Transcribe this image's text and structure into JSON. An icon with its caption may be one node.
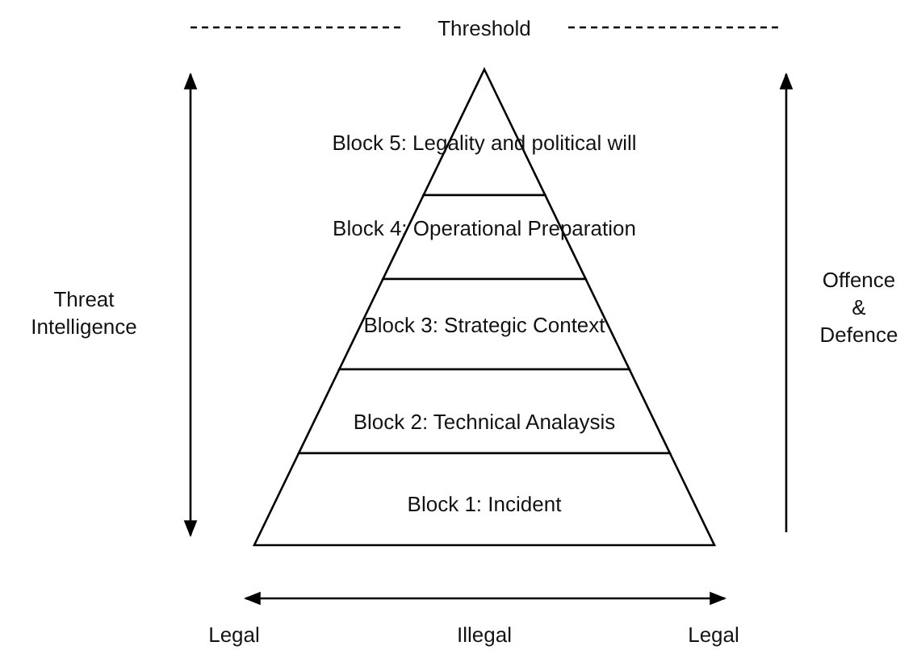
{
  "diagram": {
    "nodes": [
      {
        "text": [
          "Block 5: Legality and political will"
        ]
      },
      {
        "text": [
          "Block 4: Operational Preparation"
        ]
      },
      {
        "text": [
          "Block 3: Strategic Context"
        ]
      },
      {
        "text": [
          "Block 2: Technical Analaysis"
        ]
      },
      {
        "text": [
          "Block 1: Incident"
        ]
      }
    ],
    "labels": [
      "Threshold",
      "Threat Intelligence",
      "Offence & Defence",
      "Legal",
      "Illegal",
      "Legal"
    ]
  }
}
